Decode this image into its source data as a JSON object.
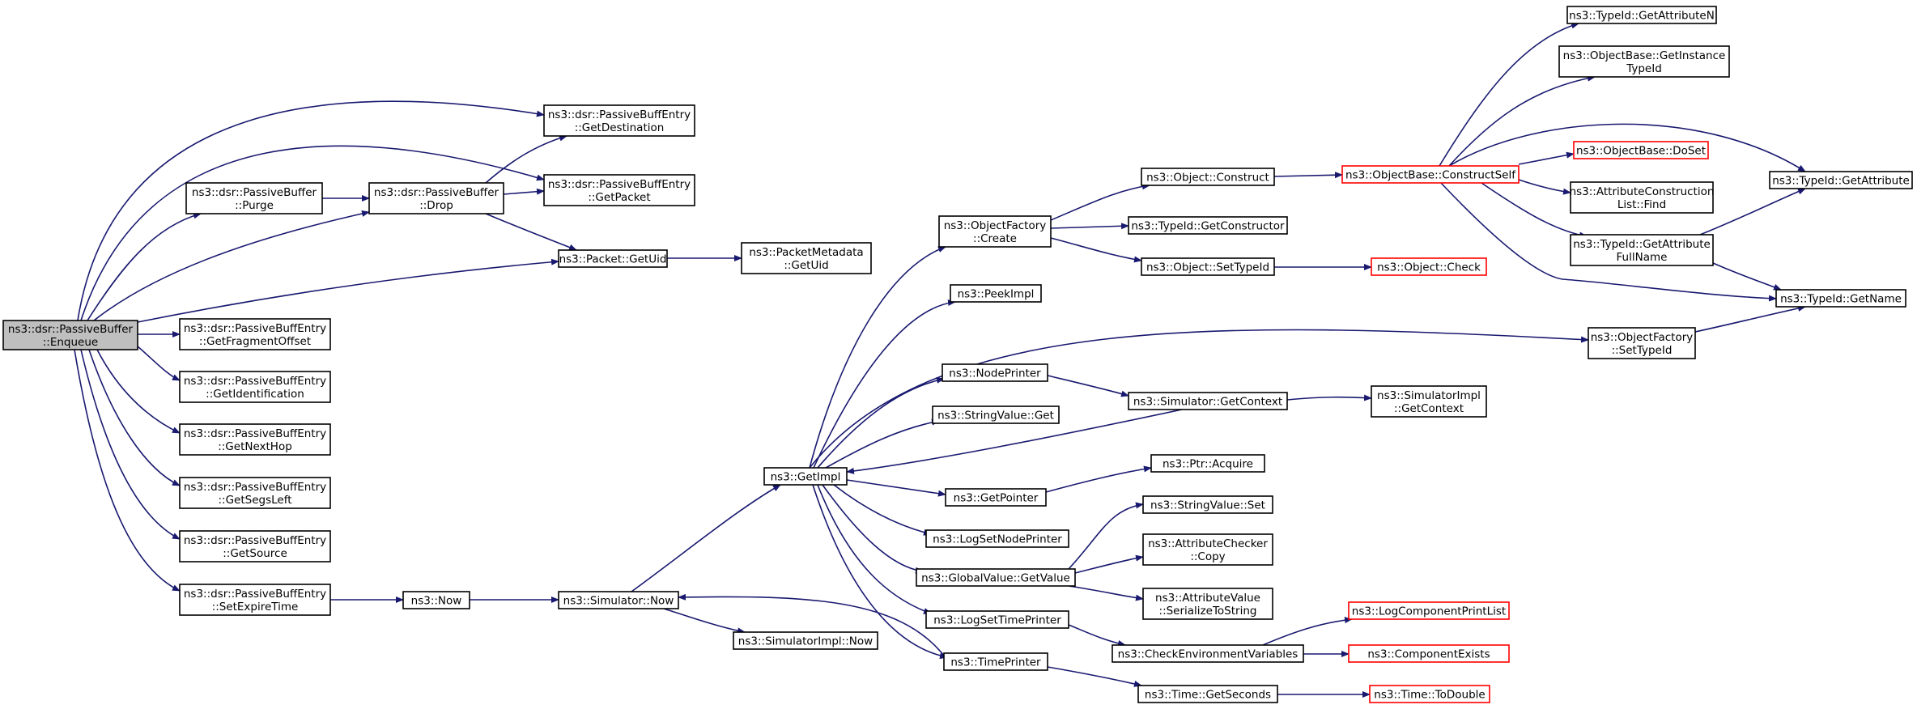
{
  "diagram": {
    "nodes": {
      "enqueue": [
        "ns3::dsr::PassiveBuffer",
        "::Enqueue"
      ],
      "purge": [
        "ns3::dsr::PassiveBuffer",
        "::Purge"
      ],
      "drop": [
        "ns3::dsr::PassiveBuffer",
        "::Drop"
      ],
      "get_destination": [
        "ns3::dsr::PassiveBuffEntry",
        "::GetDestination"
      ],
      "get_packet": [
        "ns3::dsr::PassiveBuffEntry",
        "::GetPacket"
      ],
      "packet_getuid": [
        "ns3::Packet::GetUid"
      ],
      "packetmetadata_getuid": [
        "ns3::PacketMetadata",
        "::GetUid"
      ],
      "get_fragment_offset": [
        "ns3::dsr::PassiveBuffEntry",
        "::GetFragmentOffset"
      ],
      "get_identification": [
        "ns3::dsr::PassiveBuffEntry",
        "::GetIdentification"
      ],
      "get_next_hop": [
        "ns3::dsr::PassiveBuffEntry",
        "::GetNextHop"
      ],
      "get_segs_left": [
        "ns3::dsr::PassiveBuffEntry",
        "::GetSegsLeft"
      ],
      "get_source": [
        "ns3::dsr::PassiveBuffEntry",
        "::GetSource"
      ],
      "set_expire_time": [
        "ns3::dsr::PassiveBuffEntry",
        "::SetExpireTime"
      ],
      "now": [
        "ns3::Now"
      ],
      "simulator_now": [
        "ns3::Simulator::Now"
      ],
      "simulatorimpl_now": [
        "ns3::SimulatorImpl::Now"
      ],
      "getimpl": [
        "ns3::GetImpl"
      ],
      "objectfactory_create": [
        "ns3::ObjectFactory",
        "::Create"
      ],
      "peekimpl": [
        "ns3::PeekImpl"
      ],
      "nodeprinter": [
        "ns3::NodePrinter"
      ],
      "stringvalue_get": [
        "ns3::StringValue::Get"
      ],
      "getpointer": [
        "ns3::GetPointer"
      ],
      "logsetnodeprinter": [
        "ns3::LogSetNodePrinter"
      ],
      "globalvalue_getvalue": [
        "ns3::GlobalValue::GetValue"
      ],
      "logsettimeprinter": [
        "ns3::LogSetTimePrinter"
      ],
      "timeprinter": [
        "ns3::TimePrinter"
      ],
      "object_construct": [
        "ns3::Object::Construct"
      ],
      "typeid_getconstructor": [
        "ns3::TypeId::GetConstructor"
      ],
      "object_settypeid": [
        "ns3::Object::SetTypeId"
      ],
      "simulator_getcontext": [
        "ns3::Simulator::GetContext"
      ],
      "ptr_acquire": [
        "ns3::Ptr::Acquire"
      ],
      "stringvalue_set": [
        "ns3::StringValue::Set"
      ],
      "attributechecker_copy": [
        "ns3::AttributeChecker",
        "::Copy"
      ],
      "attributevalue_serialize": [
        "ns3::AttributeValue",
        "::SerializeToString"
      ],
      "checkenvvars": [
        "ns3::CheckEnvironmentVariables"
      ],
      "time_getseconds": [
        "ns3::Time::GetSeconds"
      ],
      "objectbase_constructself": [
        "ns3::ObjectBase::ConstructSelf"
      ],
      "object_check": [
        "ns3::Object::Check"
      ],
      "simulatorimpl_getcontext": [
        "ns3::SimulatorImpl",
        "::GetContext"
      ],
      "logcomponentprintlist": [
        "ns3::LogComponentPrintList"
      ],
      "componentexists": [
        "ns3::ComponentExists"
      ],
      "time_todouble": [
        "ns3::Time::ToDouble"
      ],
      "typeid_getattributen": [
        "ns3::TypeId::GetAttributeN"
      ],
      "objectbase_getinstancetypeid": [
        "ns3::ObjectBase::GetInstance",
        "TypeId"
      ],
      "objectbase_doset": [
        "ns3::ObjectBase::DoSet"
      ],
      "attributeconstructionlist_find": [
        "ns3::AttributeConstruction",
        "List::Find"
      ],
      "typeid_getattributefullname": [
        "ns3::TypeId::GetAttribute",
        "FullName"
      ],
      "objectfactory_settypeid": [
        "ns3::ObjectFactory",
        "::SetTypeId"
      ],
      "typeid_getattribute": [
        "ns3::TypeId::GetAttribute"
      ],
      "typeid_getname": [
        "ns3::TypeId::GetName"
      ]
    },
    "colors": {
      "edge": "#191970",
      "node_border": "#000000",
      "node_fill": "#ffffff",
      "root_fill": "#bfbfbf",
      "incomplete_border": "#ff0000"
    }
  }
}
